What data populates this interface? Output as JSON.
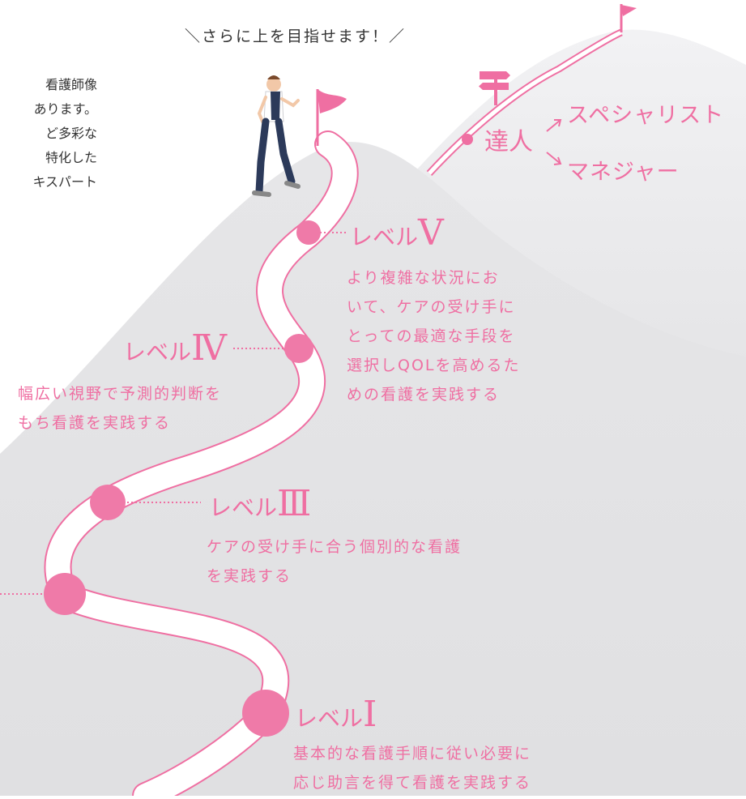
{
  "header": {
    "caption": "＼さらに上を目指せます！／"
  },
  "intro_lines": [
    "看護師像",
    "あります。",
    "ど多彩な",
    "特化した",
    "キスパート"
  ],
  "summit": {
    "expert": "達人",
    "path1": "スペシャリスト",
    "path2": "マネジャー"
  },
  "levels": [
    {
      "word": "レベル",
      "numeral": "Ⅴ",
      "desc": [
        "より複雑な状況にお",
        "いて、ケアの受け手に",
        "とっての最適な手段を",
        "選択しQOLを高めるた",
        "めの看護を実践する"
      ]
    },
    {
      "word": "レベル",
      "numeral": "Ⅳ",
      "desc": [
        "幅広い視野で予測的判断を",
        "もち看護を実践する"
      ]
    },
    {
      "word": "レベル",
      "numeral": "Ⅲ",
      "desc": [
        "ケアの受け手に合う個別的な看護",
        "を実践する"
      ]
    },
    {
      "word": "レベル",
      "numeral": "Ⅰ",
      "desc": [
        "基本的な看護手順に従い必要に",
        "応じ助言を得て看護を実践する"
      ]
    }
  ],
  "colors": {
    "accent": "#ef6fa2",
    "mountain_back": "#eeeef0",
    "mountain_front": "#e1e1e3",
    "text": "#333333"
  },
  "icons": [
    "flag-icon",
    "signpost-icon",
    "arrow-icon",
    "runner-figure"
  ]
}
